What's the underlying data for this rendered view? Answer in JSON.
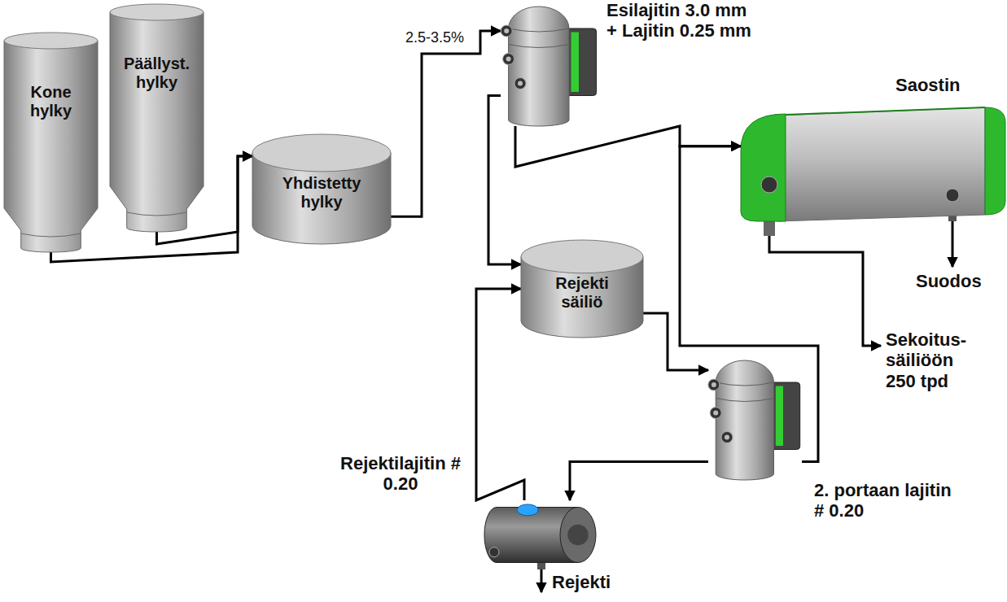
{
  "diagram": {
    "nodes": [
      {
        "text": [
          "Kone hylky"
        ]
      },
      {
        "text": [
          "Päällyst. hylky"
        ]
      },
      {
        "text": [
          "Yhdistetty hylky"
        ]
      },
      {
        "text": [
          "Esilajitin 3.0 mm + Lajitin 0.25 mm"
        ]
      },
      {
        "text": [
          "Saostin"
        ]
      },
      {
        "text": [
          "Rejekti säiliö"
        ]
      },
      {
        "text": [
          "2. portaan lajitin # 0.20"
        ]
      },
      {
        "text": [
          "Rejektilajitin # 0.20"
        ]
      }
    ],
    "edges": [
      {
        "from": 0,
        "to": 2,
        "arrow": "to"
      },
      {
        "from": 1,
        "to": 2,
        "arrow": "to"
      },
      {
        "from": 2,
        "to": 3,
        "label": "2.5-3.5%",
        "arrow": "to"
      },
      {
        "from": 3,
        "to": 4,
        "arrow": "to"
      },
      {
        "from": 3,
        "to": 5,
        "arrow": "to"
      },
      {
        "from": 5,
        "to": 6,
        "arrow": "to"
      },
      {
        "from": 6,
        "to": 4,
        "arrow": "to"
      },
      {
        "from": 6,
        "to": 7,
        "arrow": "to"
      },
      {
        "from": 7,
        "to": 5,
        "arrow": "to"
      }
    ],
    "labels": [
      "Suodos",
      "Sekoitus- säiliöön 250 tpd",
      "Rejekti"
    ]
  }
}
